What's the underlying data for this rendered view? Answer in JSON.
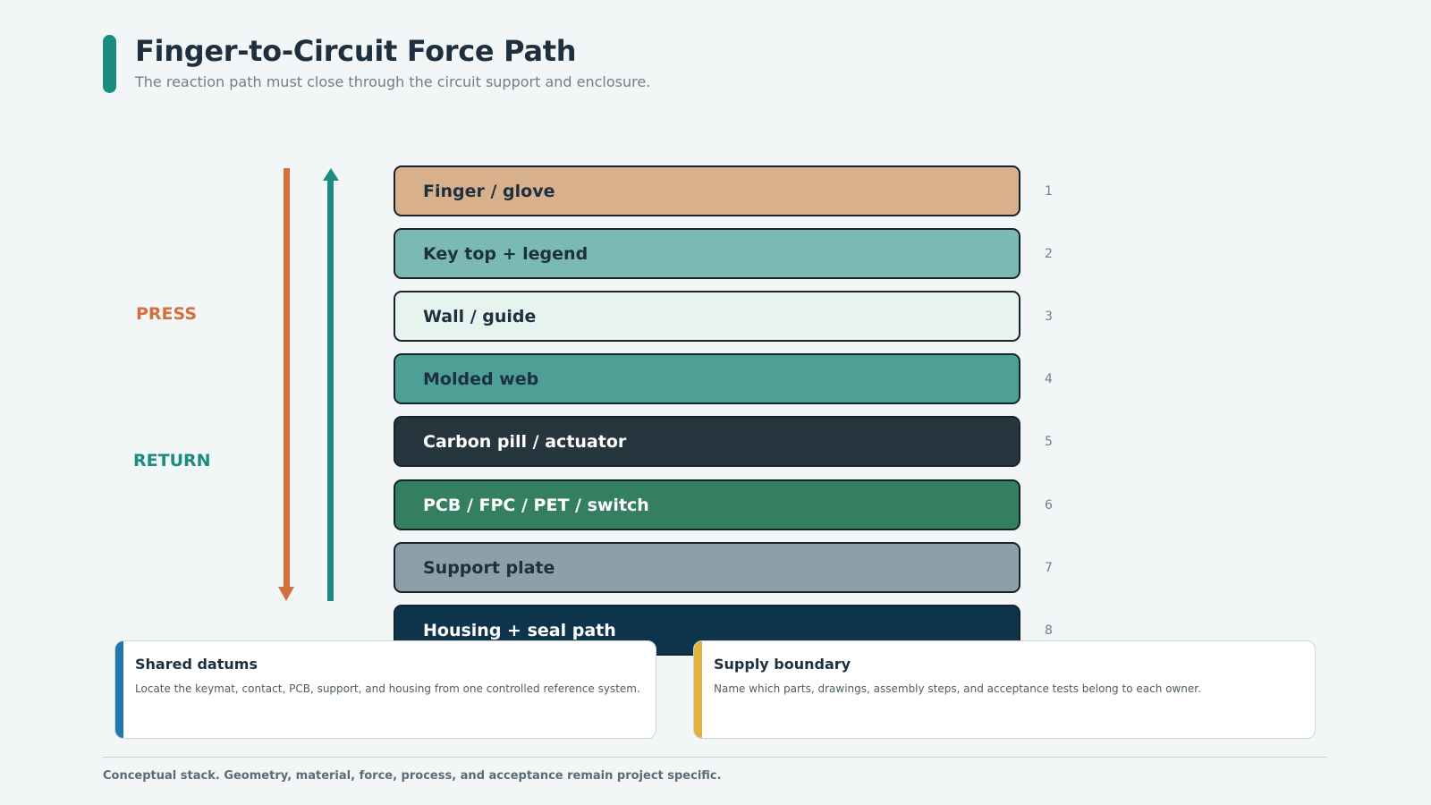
{
  "header": {
    "title": "Finger-to-Circuit Force Path",
    "subtitle": "The reaction path must close through the circuit support and enclosure."
  },
  "arrows": {
    "press_label": "PRESS",
    "return_label": "RETURN",
    "press_color": "#d46f3f",
    "return_color": "#1a8c80"
  },
  "layers": [
    {
      "number": "1",
      "label": "Finger / glove",
      "color": "#d9b08c",
      "text_color": "#1c3040"
    },
    {
      "number": "2",
      "label": "Key top + legend",
      "color": "#7bbab3",
      "text_color": "#1c3040"
    },
    {
      "number": "3",
      "label": "Wall / guide",
      "color": "#e6f3ef",
      "text_color": "#1c3040"
    },
    {
      "number": "4",
      "label": "Molded web",
      "color": "#4e9f95",
      "text_color": "#1c3040"
    },
    {
      "number": "5",
      "label": "Carbon pill / actuator",
      "color": "#27353e",
      "text_color": "#ffffff"
    },
    {
      "number": "6",
      "label": "PCB / FPC / PET / switch",
      "color": "#347e62",
      "text_color": "#ffffff"
    },
    {
      "number": "7",
      "label": "Support plate",
      "color": "#8ba0a8",
      "text_color": "#1c3040"
    },
    {
      "number": "8",
      "label": "Housing + seal path",
      "color": "#0d344a",
      "text_color": "#ffffff"
    }
  ],
  "cards": [
    {
      "title": "Shared datums",
      "body": "Locate the keymat, contact, PCB, support, and housing from one controlled reference system.",
      "accent": "#2378ab"
    },
    {
      "title": "Supply boundary",
      "body": "Name which parts, drawings, assembly steps, and acceptance tests belong to each owner.",
      "accent": "#e3b13e"
    }
  ],
  "footer": {
    "note": "Conceptual stack. Geometry, material, force, process, and acceptance remain project specific."
  }
}
